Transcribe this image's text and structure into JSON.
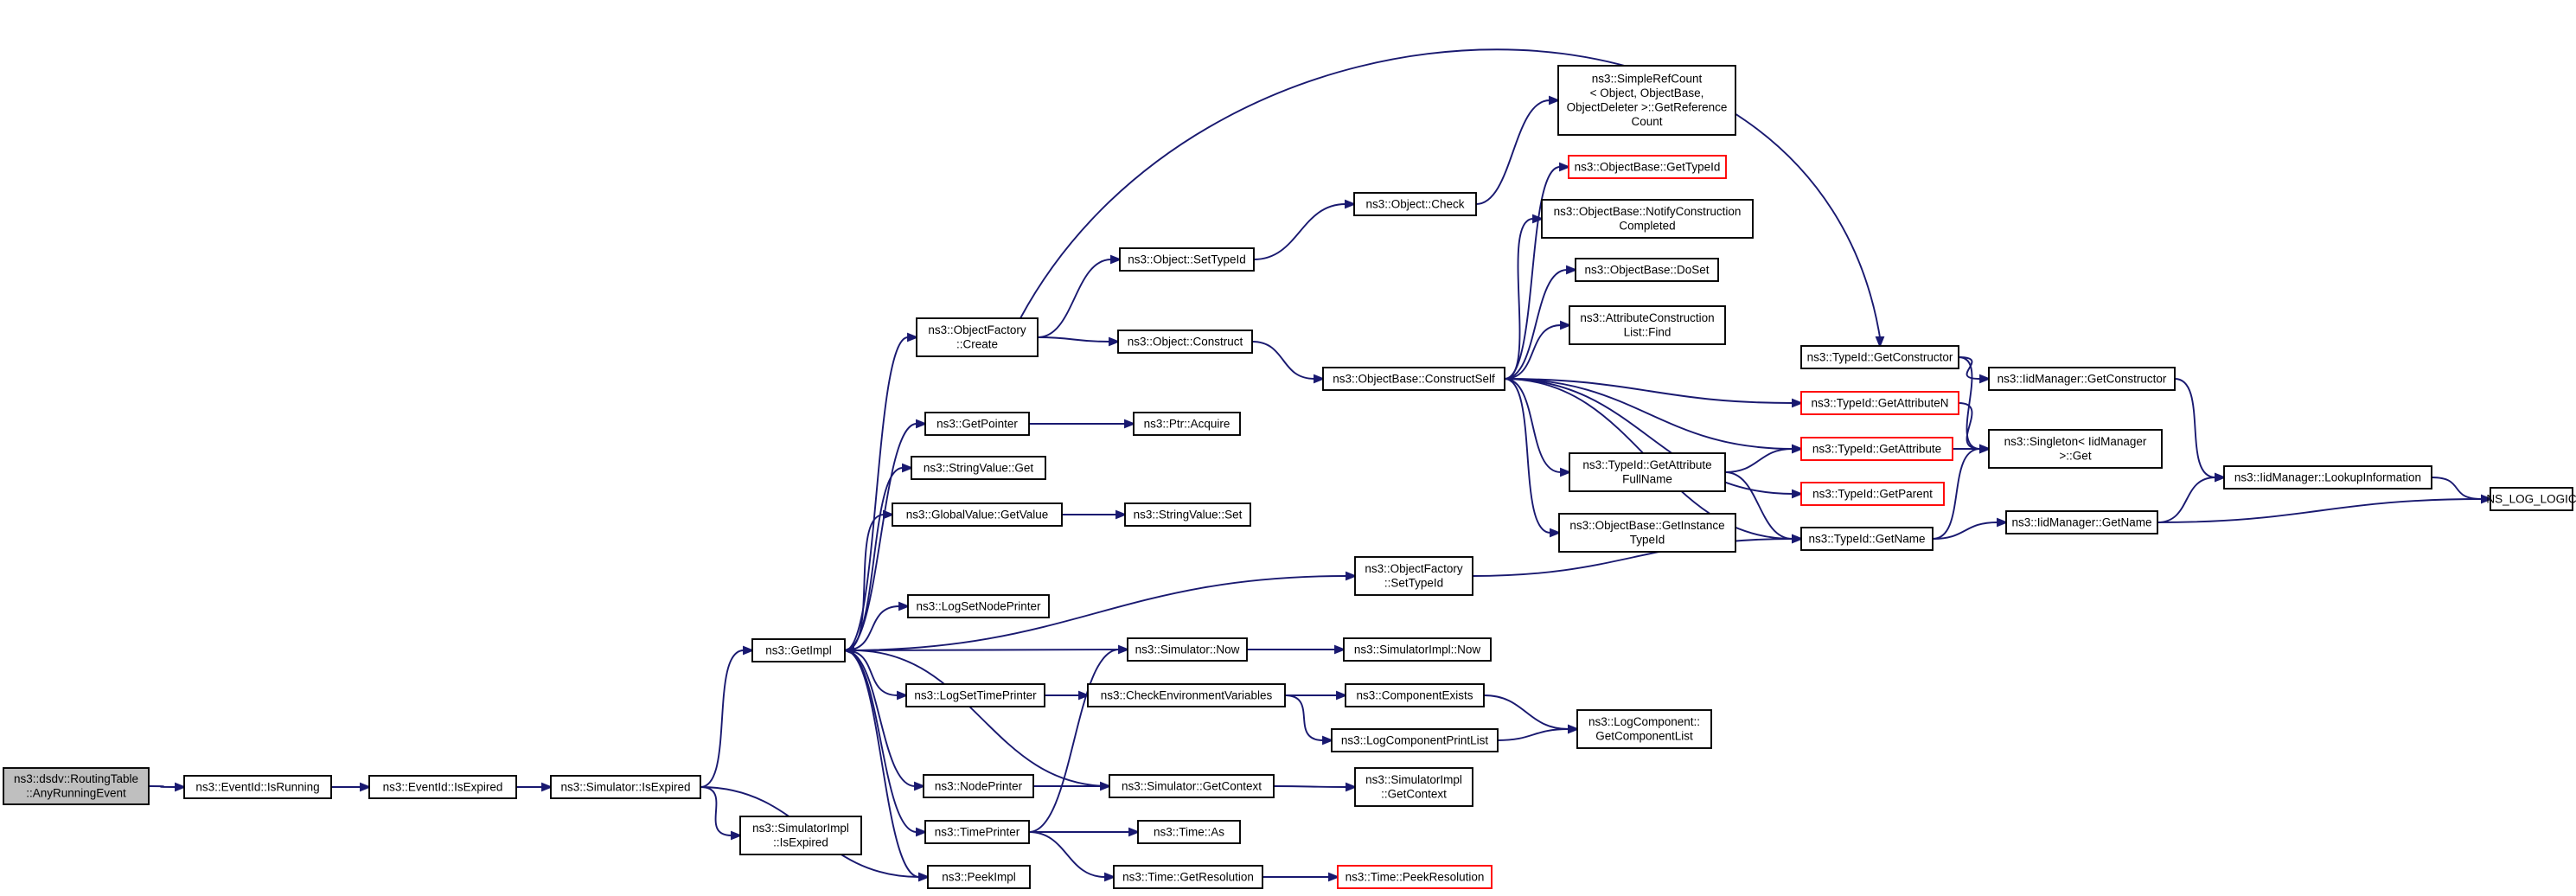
{
  "nodes": [
    {
      "id": "n1",
      "lines": [
        "ns3::dsdv::RoutingTable",
        "::AnyRunningEvent"
      ],
      "style": "start"
    },
    {
      "id": "n2",
      "lines": [
        "ns3::EventId::IsRunning"
      ]
    },
    {
      "id": "n3",
      "lines": [
        "ns3::EventId::IsExpired"
      ]
    },
    {
      "id": "n4",
      "lines": [
        "ns3::Simulator::IsExpired"
      ]
    },
    {
      "id": "n5",
      "lines": [
        "ns3::GetImpl"
      ]
    },
    {
      "id": "n6",
      "lines": [
        "ns3::SimulatorImpl",
        "::IsExpired"
      ]
    },
    {
      "id": "n7",
      "lines": [
        "ns3::ObjectFactory",
        "::Create"
      ]
    },
    {
      "id": "n8",
      "lines": [
        "ns3::GetPointer"
      ]
    },
    {
      "id": "n9",
      "lines": [
        "ns3::StringValue::Get"
      ]
    },
    {
      "id": "n10",
      "lines": [
        "ns3::GlobalValue::GetValue"
      ]
    },
    {
      "id": "n11",
      "lines": [
        "ns3::LogSetNodePrinter"
      ]
    },
    {
      "id": "n12",
      "lines": [
        "ns3::LogSetTimePrinter"
      ]
    },
    {
      "id": "n13",
      "lines": [
        "ns3::NodePrinter"
      ]
    },
    {
      "id": "n14",
      "lines": [
        "ns3::TimePrinter"
      ]
    },
    {
      "id": "n15",
      "lines": [
        "ns3::PeekImpl"
      ]
    },
    {
      "id": "n16",
      "lines": [
        "ns3::Object::SetTypeId"
      ]
    },
    {
      "id": "n17",
      "lines": [
        "ns3::Object::Construct"
      ]
    },
    {
      "id": "n18",
      "lines": [
        "ns3::Ptr::Acquire"
      ]
    },
    {
      "id": "n19",
      "lines": [
        "ns3::StringValue::Set"
      ]
    },
    {
      "id": "n20",
      "lines": [
        "ns3::ObjectFactory",
        "::SetTypeId"
      ]
    },
    {
      "id": "n21",
      "lines": [
        "ns3::Simulator::Now"
      ]
    },
    {
      "id": "n22",
      "lines": [
        "ns3::CheckEnvironmentVariables"
      ]
    },
    {
      "id": "n23",
      "lines": [
        "ns3::Simulator::GetContext"
      ]
    },
    {
      "id": "n24",
      "lines": [
        "ns3::Time::As"
      ]
    },
    {
      "id": "n25",
      "lines": [
        "ns3::Time::GetResolution"
      ]
    },
    {
      "id": "n26",
      "lines": [
        "ns3::Object::Check"
      ]
    },
    {
      "id": "n27",
      "lines": [
        "ns3::ObjectBase::ConstructSelf"
      ]
    },
    {
      "id": "n28",
      "lines": [
        "ns3::SimulatorImpl::Now"
      ]
    },
    {
      "id": "n29",
      "lines": [
        "ns3::ComponentExists"
      ]
    },
    {
      "id": "n30",
      "lines": [
        "ns3::LogComponentPrintList"
      ]
    },
    {
      "id": "n31",
      "lines": [
        "ns3::SimulatorImpl",
        "::GetContext"
      ]
    },
    {
      "id": "n32",
      "lines": [
        "ns3::Time::PeekResolution"
      ],
      "style": "red"
    },
    {
      "id": "n33",
      "lines": [
        "ns3::SimpleRefCount",
        "< Object, ObjectBase,",
        "ObjectDeleter >::GetReference",
        "Count"
      ]
    },
    {
      "id": "n34",
      "lines": [
        "ns3::ObjectBase::GetTypeId"
      ],
      "style": "red"
    },
    {
      "id": "n35",
      "lines": [
        "ns3::ObjectBase::NotifyConstruction",
        "Completed"
      ]
    },
    {
      "id": "n36",
      "lines": [
        "ns3::ObjectBase::DoSet"
      ]
    },
    {
      "id": "n37",
      "lines": [
        "ns3::AttributeConstruction",
        "List::Find"
      ]
    },
    {
      "id": "n38",
      "lines": [
        "ns3::TypeId::GetAttribute",
        "FullName"
      ]
    },
    {
      "id": "n39",
      "lines": [
        "ns3::ObjectBase::GetInstance",
        "TypeId"
      ]
    },
    {
      "id": "n40",
      "lines": [
        "ns3::LogComponent::",
        "GetComponentList"
      ]
    },
    {
      "id": "n41",
      "lines": [
        "ns3::TypeId::GetConstructor"
      ]
    },
    {
      "id": "n42",
      "lines": [
        "ns3::TypeId::GetAttributeN"
      ],
      "style": "red"
    },
    {
      "id": "n43",
      "lines": [
        "ns3::TypeId::GetAttribute"
      ],
      "style": "red"
    },
    {
      "id": "n44",
      "lines": [
        "ns3::TypeId::GetParent"
      ],
      "style": "red"
    },
    {
      "id": "n45",
      "lines": [
        "ns3::TypeId::GetName"
      ]
    },
    {
      "id": "n46",
      "lines": [
        "ns3::IidManager::GetConstructor"
      ]
    },
    {
      "id": "n47",
      "lines": [
        "ns3::Singleton< IidManager",
        ">::Get"
      ]
    },
    {
      "id": "n48",
      "lines": [
        "ns3::IidManager::GetName"
      ]
    },
    {
      "id": "n49",
      "lines": [
        "ns3::IidManager::LookupInformation"
      ]
    },
    {
      "id": "n50",
      "lines": [
        "NS_LOG_LOGIC"
      ]
    }
  ],
  "edges": [
    [
      "n1",
      "n2"
    ],
    [
      "n2",
      "n3"
    ],
    [
      "n3",
      "n4"
    ],
    [
      "n4",
      "n5"
    ],
    [
      "n4",
      "n6"
    ],
    [
      "n4",
      "n15"
    ],
    [
      "n5",
      "n7"
    ],
    [
      "n5",
      "n8"
    ],
    [
      "n5",
      "n9"
    ],
    [
      "n5",
      "n10"
    ],
    [
      "n5",
      "n11"
    ],
    [
      "n5",
      "n12"
    ],
    [
      "n5",
      "n13"
    ],
    [
      "n5",
      "n14"
    ],
    [
      "n5",
      "n15"
    ],
    [
      "n5",
      "n20"
    ],
    [
      "n7",
      "n16"
    ],
    [
      "n7",
      "n17"
    ],
    [
      "n7",
      "n41"
    ],
    [
      "n8",
      "n18"
    ],
    [
      "n10",
      "n19"
    ],
    [
      "n12",
      "n22"
    ],
    [
      "n13",
      "n23"
    ],
    [
      "n14",
      "n21"
    ],
    [
      "n14",
      "n24"
    ],
    [
      "n14",
      "n25"
    ],
    [
      "n16",
      "n26"
    ],
    [
      "n17",
      "n27"
    ],
    [
      "n20",
      "n45"
    ],
    [
      "n21",
      "n5"
    ],
    [
      "n21",
      "n28"
    ],
    [
      "n22",
      "n29"
    ],
    [
      "n22",
      "n30"
    ],
    [
      "n23",
      "n5"
    ],
    [
      "n23",
      "n31"
    ],
    [
      "n25",
      "n32"
    ],
    [
      "n26",
      "n33"
    ],
    [
      "n27",
      "n34"
    ],
    [
      "n27",
      "n35"
    ],
    [
      "n27",
      "n36"
    ],
    [
      "n27",
      "n37"
    ],
    [
      "n27",
      "n38"
    ],
    [
      "n27",
      "n39"
    ],
    [
      "n27",
      "n42"
    ],
    [
      "n27",
      "n43"
    ],
    [
      "n27",
      "n44"
    ],
    [
      "n27",
      "n45"
    ],
    [
      "n29",
      "n40"
    ],
    [
      "n30",
      "n40"
    ],
    [
      "n38",
      "n43"
    ],
    [
      "n38",
      "n45"
    ],
    [
      "n41",
      "n46"
    ],
    [
      "n41",
      "n47"
    ],
    [
      "n42",
      "n47"
    ],
    [
      "n43",
      "n47"
    ],
    [
      "n45",
      "n47"
    ],
    [
      "n45",
      "n48"
    ],
    [
      "n46",
      "n49"
    ],
    [
      "n48",
      "n49"
    ],
    [
      "n48",
      "n50"
    ],
    [
      "n49",
      "n50"
    ]
  ]
}
